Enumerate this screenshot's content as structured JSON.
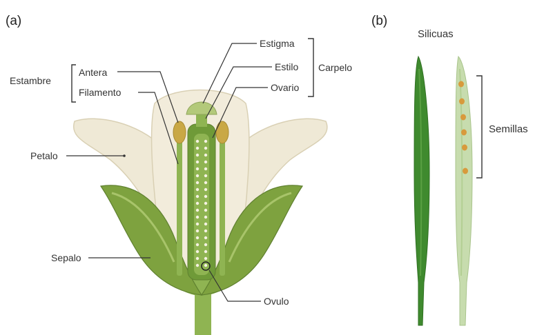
{
  "panels": {
    "a": "(a)",
    "b": "(b)"
  },
  "flower_labels": {
    "estambre": "Estambre",
    "antera": "Antera",
    "filamento": "Filamento",
    "estigma": "Estigma",
    "estilo": "Estilo",
    "ovario": "Ovario",
    "carpelo": "Carpelo",
    "petalo": "Petalo",
    "sepalo": "Sepalo",
    "ovulo": "Ovulo"
  },
  "silique_labels": {
    "title": "Silicuas",
    "semillas": "Semillas"
  },
  "colors": {
    "petal": "#efe9d6",
    "petal_edge": "#d9d0b4",
    "sepal": "#7ea23f",
    "sepal_light": "#a8c46a",
    "stem": "#8fb452",
    "anther": "#c9a845",
    "seed": "#d89a3c",
    "silique_dark": "#3f8a2e",
    "silique_light": "#c7dcae"
  }
}
